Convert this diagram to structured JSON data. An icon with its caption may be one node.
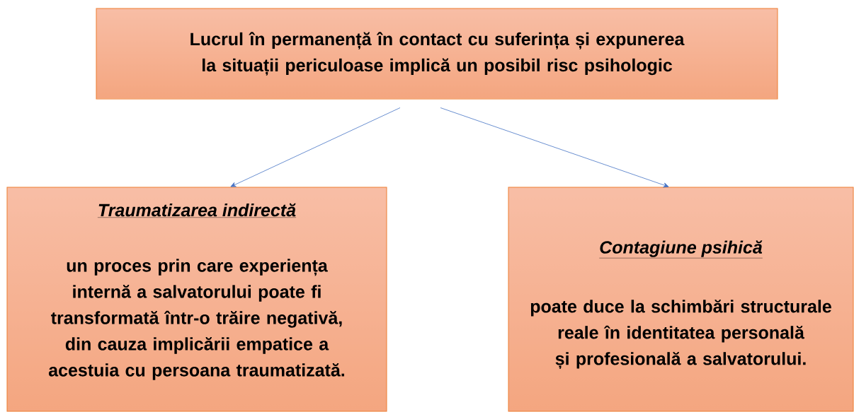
{
  "diagram": {
    "nodes": [
      {
        "text": [
          "Lucrul în permanență în contact cu suferința și expunerea la situații periculoase implică un posibil risc psihologic"
        ]
      },
      {
        "text": [
          "Traumatizarea indirectă",
          "un proces prin care experiența internă a salvatorului poate fi transformată într-o trăire negativă, din cauza implicării empatice a acestuia cu persoana traumatizată."
        ]
      },
      {
        "text": [
          "Contagiune psihică",
          "poate duce la schimbări structurale reale în identitatea personală și profesională a salvatorului."
        ]
      }
    ],
    "edges": [
      {
        "from": 0,
        "to": 1,
        "arrow": "to",
        "color": "#4472c4"
      },
      {
        "from": 0,
        "to": 2,
        "arrow": "to",
        "color": "#4472c4"
      }
    ]
  }
}
